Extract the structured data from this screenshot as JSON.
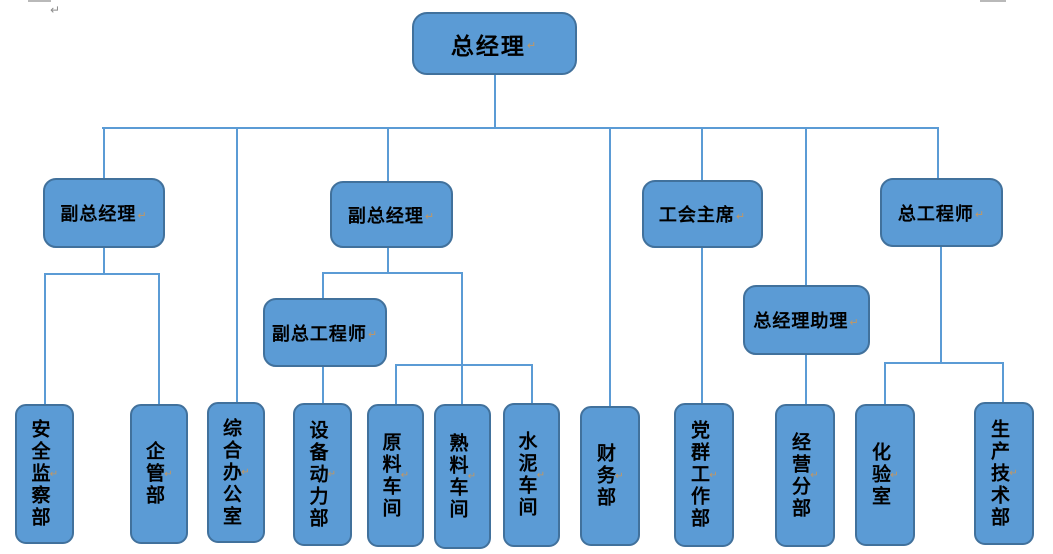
{
  "meta": {
    "doc_type": "word-org-chart",
    "background": "#ffffff",
    "box_fill": "#5B9BD5",
    "box_border": "#41719C",
    "line_color": "#5B9BD5",
    "text_color": "#000000",
    "paragraph_mark": "↵",
    "paragraph_mark_color": "#C29763"
  },
  "org": {
    "root": {
      "label": "总经理"
    },
    "level2": [
      {
        "label": "副总经理",
        "parent": "总经理"
      },
      {
        "label": "副总经理",
        "parent": "总经理"
      },
      {
        "label": "工会主席",
        "parent": "总经理"
      },
      {
        "label": "总工程师",
        "parent": "总经理"
      }
    ],
    "level3": [
      {
        "label": "副总工程师",
        "parent": "副总经理 (第二)"
      },
      {
        "label": "总经理助理",
        "parent": "总经理"
      }
    ],
    "departments": [
      {
        "label": "安全监察部",
        "parent": "副总经理 (第一)"
      },
      {
        "label": "企管部",
        "parent": "副总经理 (第一)"
      },
      {
        "label": "综合办公室",
        "parent": "总经理"
      },
      {
        "label": "设备动力部",
        "parent": "副总工程师"
      },
      {
        "label": "原料车间",
        "parent": "副总经理 (第二)"
      },
      {
        "label": "熟料车间",
        "parent": "副总经理 (第二)"
      },
      {
        "label": "水泥车间",
        "parent": "副总经理 (第二)"
      },
      {
        "label": "财务部",
        "parent": "总经理"
      },
      {
        "label": "党群工作部",
        "parent": "工会主席"
      },
      {
        "label": "经营分部",
        "parent": "总经理助理"
      },
      {
        "label": "化验室",
        "parent": "总工程师"
      },
      {
        "label": "生产技术部",
        "parent": "总工程师"
      }
    ]
  }
}
